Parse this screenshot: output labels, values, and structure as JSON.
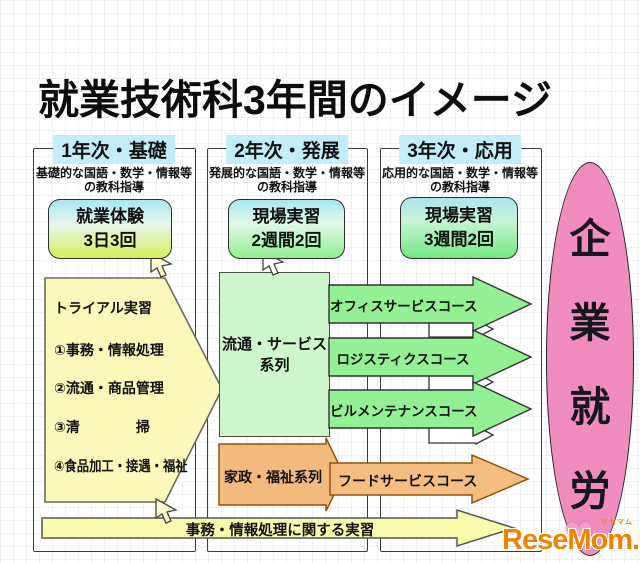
{
  "title": "就業技術科3年間のイメージ",
  "columns": [
    {
      "header": "1年次・基礎",
      "subject_line1": "基礎的な国語・数学・情報等",
      "subject_line2": "の教科指導",
      "box_line1": "就業体験",
      "box_line2": "3日3回"
    },
    {
      "header": "2年次・発展",
      "subject_line1": "発展的な国語・数学・情報等",
      "subject_line2": "の教科指導",
      "box_line1": "現場実習",
      "box_line2": "2週間2回"
    },
    {
      "header": "3年次・応用",
      "subject_line1": "応用的な国語・数学・情報等",
      "subject_line2": "の教科指導",
      "box_line1": "現場実習",
      "box_line2": "3週間2回"
    }
  ],
  "trial": {
    "title": "トライアル実習",
    "items": [
      "①事務・情報処理",
      "②流通・商品管理",
      "③清　　　　掃",
      "④食品加工・接遇・福祉"
    ]
  },
  "series": {
    "line1": "流通・サービス",
    "line2": "系列",
    "courses": [
      "オフィスサービスコース",
      "ロジスティクスコース",
      "ビルメンテナンスコース"
    ]
  },
  "home_series": {
    "label": "家政・福祉系列",
    "course": "フードサービスコース"
  },
  "bottom_arrow": {
    "label": "事務・情報処理に関する実習"
  },
  "goal": {
    "chars": [
      "企",
      "業",
      "就",
      "労"
    ]
  },
  "logo": {
    "text": "ReseMom.",
    "ruby": "リセマム"
  },
  "colors": {
    "header_highlight": "#c3eef9",
    "trial_yellow": "#fbf8ba",
    "series_green": "#cdf6cb",
    "course_green": "#93f093",
    "welfare_orange": "#f6bd80",
    "bottom_yellow": "#fafaae",
    "goal_pink": "#f18cbe",
    "logo_orange": "#ee8300"
  }
}
